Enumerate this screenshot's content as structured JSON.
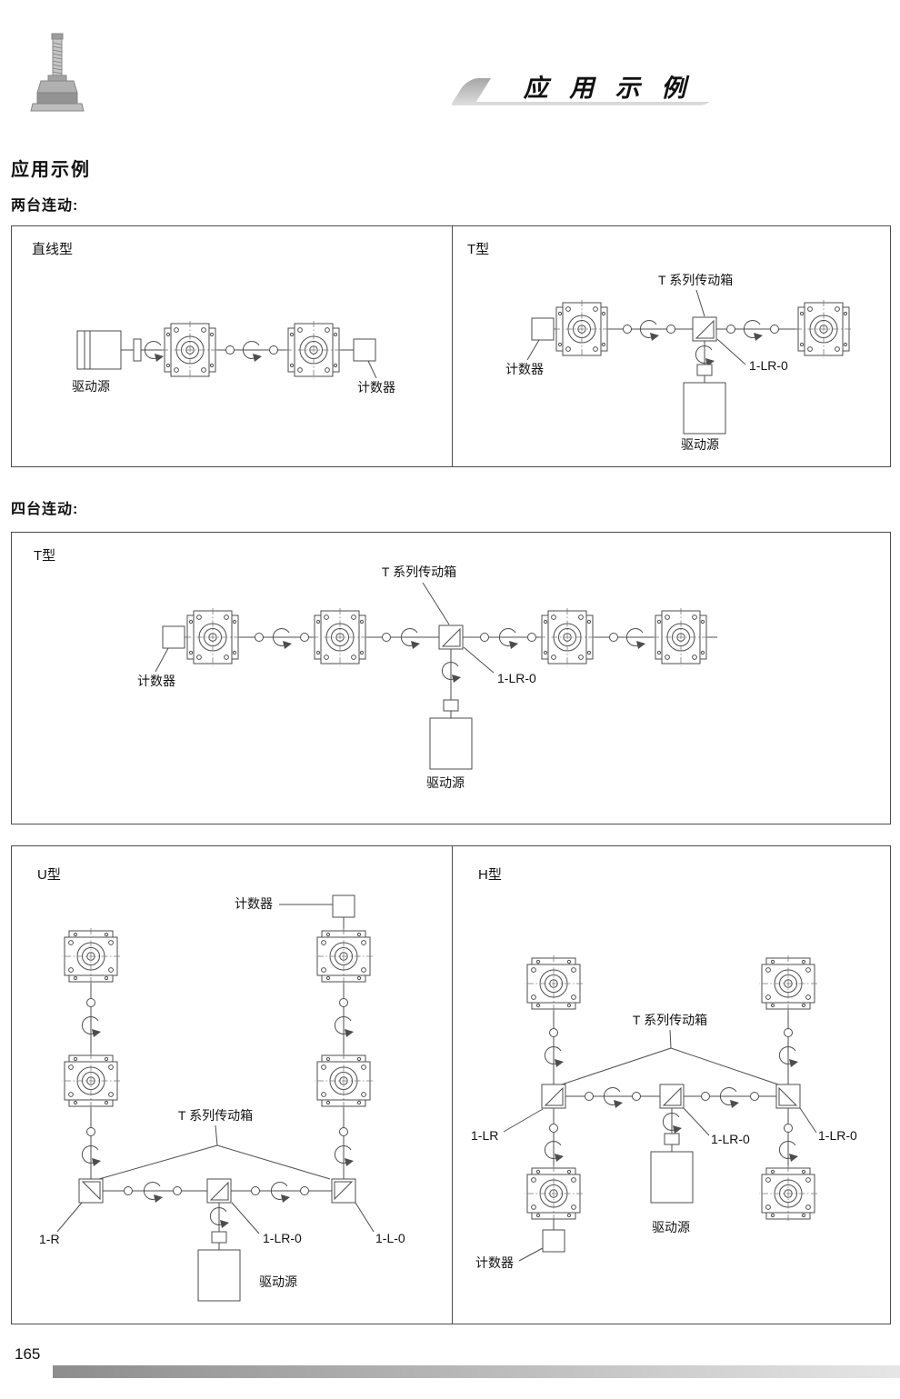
{
  "page": {
    "header_title": "应 用 示 例",
    "title": "应用示例",
    "section_two": "两台连动:",
    "section_four": "四台连动:",
    "page_number": "165"
  },
  "labels": {
    "gearbox_series": "T 系列传动箱",
    "drive_source": "驱动源",
    "counter": "计数器"
  },
  "diagrams": {
    "linear": {
      "type": "直线型"
    },
    "t_two": {
      "type": "T型",
      "model": "1-LR-0"
    },
    "t_four": {
      "type": "T型",
      "model": "1-LR-0"
    },
    "u_type": {
      "type": "U型",
      "model_left": "1-R",
      "model_mid": "1-LR-0",
      "model_right": "1-L-0"
    },
    "h_type": {
      "type": "H型",
      "model_left": "1-LR",
      "model_mid": "1-LR-0",
      "model_right": "1-LR-0"
    }
  }
}
